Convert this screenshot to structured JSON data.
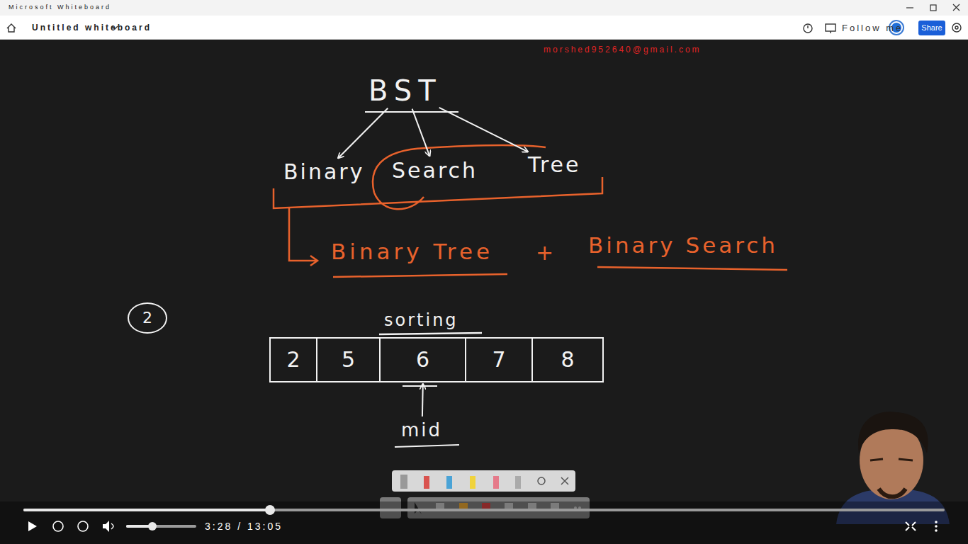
{
  "diagram": {
    "nodes": [
      {
        "text": [
          "Share"
        ]
      },
      {
        "text": [
          "BST"
        ]
      },
      {
        "text": [
          "Binary"
        ]
      },
      {
        "text": [
          "Search"
        ]
      },
      {
        "text": [
          "Tree"
        ]
      },
      {
        "text": [
          "2"
        ]
      },
      {
        "text": [
          "sorting"
        ]
      },
      {
        "text": [
          "2"
        ],
        "in": 6
      },
      {
        "text": [
          "5"
        ],
        "in": 6
      },
      {
        "text": [
          "6"
        ],
        "in": 6
      },
      {
        "text": [
          "7"
        ],
        "in": 6
      },
      {
        "text": [
          "8"
        ],
        "in": 6
      },
      {
        "text": [
          "mid"
        ]
      }
    ],
    "edges": [
      {
        "from": 1,
        "to": 2,
        "arrow": "to"
      },
      {
        "from": 1,
        "to": 3,
        "arrow": "to"
      },
      {
        "from": 1,
        "to": 4,
        "arrow": "to"
      },
      {
        "from": 12,
        "to": 9,
        "arrow": "to"
      }
    ],
    "labels": [
      "Microsoft Whiteboard",
      "Untitled whiteboard",
      "Follow me",
      "morshed952640@gmail.com",
      "Binary Tree",
      "+",
      "Binary Search",
      "3:28 / 13:05"
    ]
  }
}
